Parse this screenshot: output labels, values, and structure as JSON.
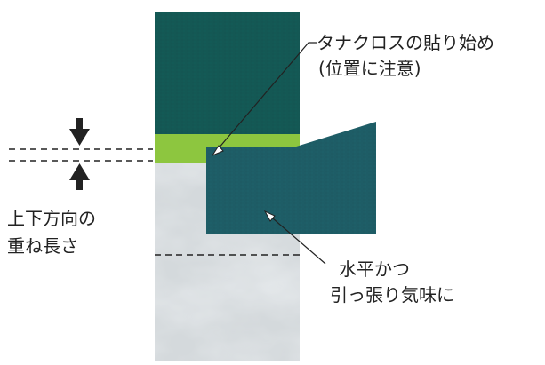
{
  "labels": {
    "cloth_start": {
      "line1": "タナクロスの貼り始め",
      "line2": "(位置に注意)"
    },
    "overlap": {
      "line1": "上下方向の",
      "line2": "重ね長さ"
    },
    "tension": {
      "line1": "水平かつ",
      "line2": "引っ張り気味に"
    }
  },
  "colors": {
    "dark_cloth": "#135a56",
    "cloth_piece": "#1e5f68",
    "overlap_band": "#8dc63f",
    "marble_board": "#d4d9dc",
    "line": "#222222"
  }
}
